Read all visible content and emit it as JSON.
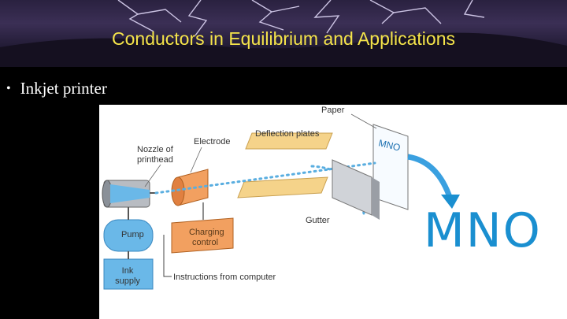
{
  "slide": {
    "title": "Conductors in Equilibrium and Applications",
    "bullet": "Inkjet printer"
  },
  "diagram": {
    "labels": {
      "paper": "Paper",
      "electrode": "Electrode",
      "deflection_plates": "Deflection plates",
      "nozzle_line1": "Nozzle of",
      "nozzle_line2": "printhead",
      "gutter": "Gutter",
      "pump": "Pump",
      "charging_line1": "Charging",
      "charging_line2": "control",
      "ink_line1": "Ink",
      "ink_line2": "supply",
      "instructions": "Instructions from computer"
    },
    "paper_text": "MNO",
    "output_text": "MNO"
  },
  "colors": {
    "title": "#f5e44a",
    "pump": "#6ab8e8",
    "charging": "#f2a060",
    "plates": "#f5d38a",
    "output": "#1a8fd0"
  }
}
